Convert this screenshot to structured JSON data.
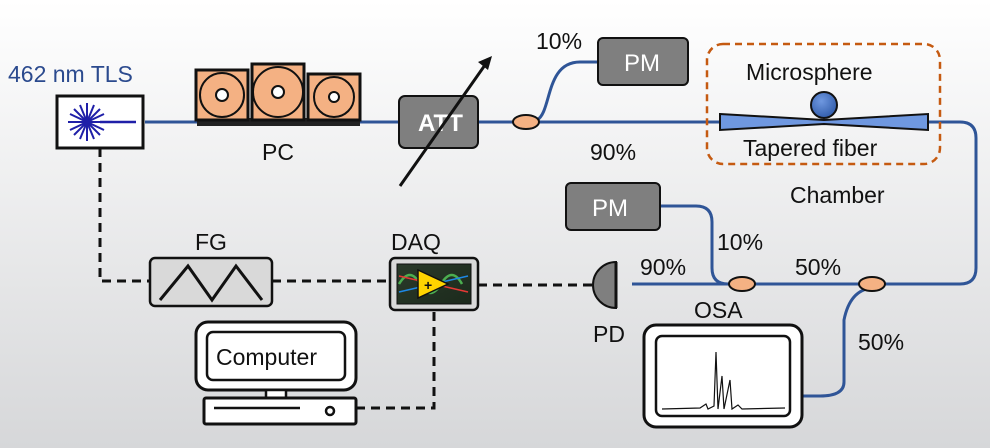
{
  "colors": {
    "background_top": "#ffffff",
    "background_bottom": "#d9dadc",
    "fiber": "#2f5597",
    "coupler": "#f4b183",
    "gray_box": "#7f7f7f",
    "chamber_border": "#c55a11",
    "microsphere": "#4472c4"
  },
  "labels": {
    "source": "462 nm TLS",
    "pc": "PC",
    "att": "ATT",
    "pm_top": "PM",
    "pm_mid": "PM",
    "pct_top_10": "10%",
    "pct_top_90": "90%",
    "microsphere": "Microsphere",
    "tapered_fiber": "Tapered fiber",
    "chamber": "Chamber",
    "pct_mid_10": "10%",
    "pct_mid_90": "90%",
    "pct_right_50_top": "50%",
    "pct_right_50_bottom": "50%",
    "fg": "FG",
    "daq": "DAQ",
    "pd": "PD",
    "osa": "OSA",
    "computer": "Computer"
  },
  "icons": {
    "laser": "laser-starburst-icon",
    "polarization_controller": "fiber-paddle-icon",
    "function_generator": "triangle-wave-icon",
    "daq": "labview-daq-icon",
    "photodiode": "photodiode-icon",
    "osa_screen": "spectrum-peaks-icon",
    "computer": "desktop-computer-icon"
  }
}
